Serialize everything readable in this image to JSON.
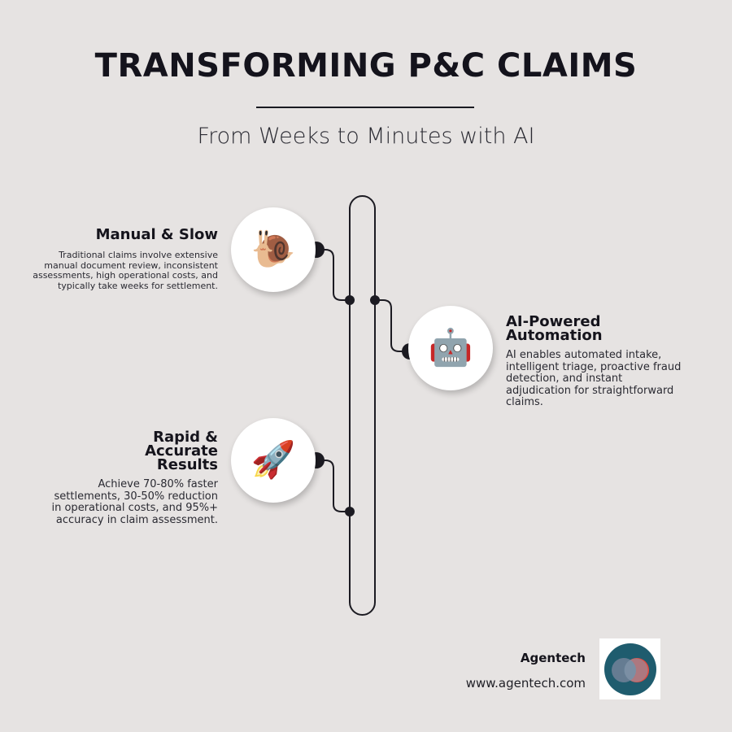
{
  "header": {
    "title": "TRANSFORMING P&C CLAIMS",
    "subtitle": "From Weeks to Minutes with AI"
  },
  "stages": [
    {
      "heading": "Manual & Slow",
      "text": "Traditional claims involve extensive manual document review, inconsistent assessments, high operational costs, and typically take weeks for settlement.",
      "icon": "snail-icon",
      "emoji": "🐌"
    },
    {
      "heading": "AI-Powered Automation",
      "text": "AI enables automated intake, intelligent triage, proactive fraud detection, and instant adjudication for straightforward claims.",
      "icon": "robot-icon",
      "emoji": "🤖"
    },
    {
      "heading": "Rapid & Accurate Results",
      "text": "Achieve 70-80% faster settlements, 30-50% reduction in operational costs, and 95%+ accuracy in claim assessment.",
      "icon": "rocket-icon",
      "emoji": "🚀"
    }
  ],
  "footer": {
    "company": "Agentech",
    "url": "www.agentech.com",
    "logo_icon": "agentech-logo-icon"
  },
  "colors": {
    "background": "#e6e3e2",
    "text": "#14131c",
    "logo_outer": "#1f5c6e",
    "logo_red": "#e5483d"
  }
}
